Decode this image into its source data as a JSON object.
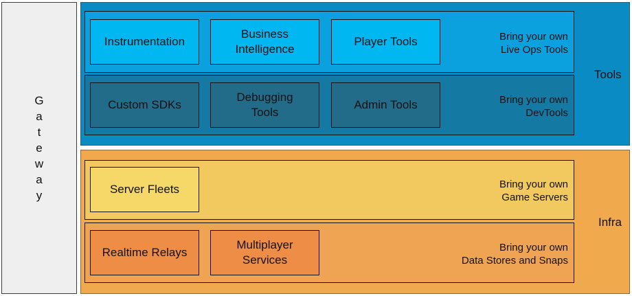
{
  "gateway": {
    "label": "Gateway"
  },
  "tools": {
    "label": "Tools",
    "rows": [
      {
        "note": "Bring your own\nLive Ops Tools",
        "boxes": [
          "Instrumentation",
          "Business\nIntelligence",
          "Player Tools"
        ]
      },
      {
        "note": "Bring your own\nDevTools",
        "boxes": [
          "Custom SDKs",
          "Debugging\nTools",
          "Admin Tools"
        ]
      }
    ]
  },
  "infra": {
    "label": "Infra",
    "rows": [
      {
        "note": "Bring your own\nGame Servers",
        "boxes": [
          "Server Fleets"
        ]
      },
      {
        "note": "Bring your own\nData Stores and Snaps",
        "boxes": [
          "Realtime Relays",
          "Multiplayer\nServices"
        ]
      }
    ]
  },
  "colors": {
    "tools_section": "#0b8bc3",
    "liveops_row": "#0ba0de",
    "liveops_box": "#00b7f1",
    "devtools_row": "#157aa3",
    "devtools_box": "#226c8a",
    "infra_section": "#f1a94d",
    "gameservers_row": "#f2c95e",
    "fleet_box": "#f5d867",
    "datastores_row": "#efa453",
    "data_box": "#ee8e46",
    "gateway": "#efefef"
  }
}
